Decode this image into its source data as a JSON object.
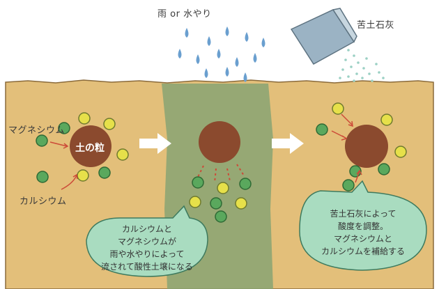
{
  "labels": {
    "rain": "雨 or 水やり",
    "lime": "苦土石灰",
    "magnesium": "マグネシウム",
    "calcium": "カルシウム",
    "soil_grain": "土の粒"
  },
  "bubbles": {
    "leaching": [
      "カルシウムと",
      "マグネシウムが",
      "雨や水やりによって",
      "流されて酸性土壌になる"
    ],
    "lime_effect": [
      "苦土石灰によって",
      "酸度を調整。",
      "マグネシウムと",
      "カルシウムを補給する"
    ]
  },
  "colors": {
    "soil": "#e3bf7a",
    "soil_grain": "#8b4a2e",
    "magnesium": "#5aa85d",
    "calcium": "#e6e04a",
    "wet_soil": "#88a373",
    "rain_drop": "#6a9fcf",
    "lime_powder": "#9bd0c4",
    "bubble": "#a9dcc0",
    "arrow": "#ffffff",
    "pointer": "#cc4a38"
  },
  "icons": {
    "rain": "raindrop-icon",
    "lime_bag": "lime-bag-icon",
    "arrow": "arrow-right-icon"
  }
}
